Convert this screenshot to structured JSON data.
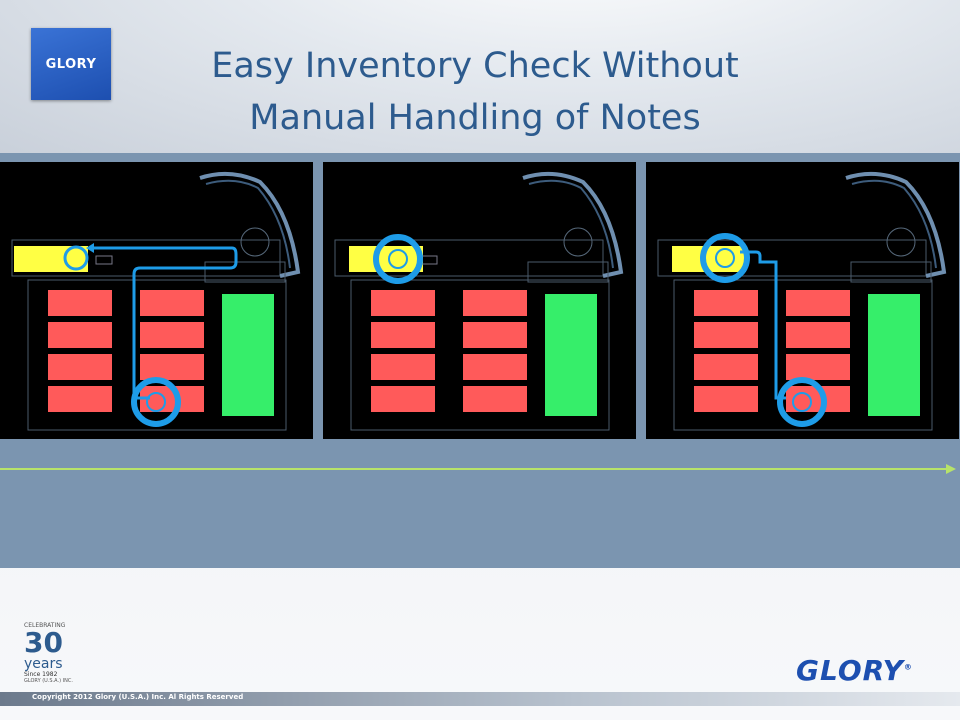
{
  "header": {
    "logo_text": "GLORY",
    "title_line1": "Easy Inventory Check Without",
    "title_line2": "Manual Handling of Notes"
  },
  "panels": [
    {
      "id": "step-1",
      "shows_loop_path": true,
      "circles": [
        "top-left",
        "bottom"
      ]
    },
    {
      "id": "step-2",
      "shows_loop_path": false,
      "circles": [
        "top-left"
      ]
    },
    {
      "id": "step-3",
      "shows_loop_path": true,
      "circles": [
        "top-left",
        "bottom"
      ]
    }
  ],
  "footer": {
    "anniversary_celebrating": "CELEBRATING",
    "anniversary_number": "30",
    "anniversary_years": "years",
    "anniversary_since": "Since 1982",
    "anniversary_company": "GLORY (U.S.A.) INC.",
    "logo_text": "GLORY",
    "copyright": "Copyright 2012 Glory (U.S.A.) Inc. Al Rights Reserved"
  },
  "colors": {
    "title": "#2d5b8e",
    "band": "#7b95b0",
    "arrow": "#b7e36a",
    "note_red": "#ff5555",
    "stack_green": "#33ee66",
    "feeder_yellow": "#ffff44",
    "path_blue": "#1e9ce8"
  }
}
